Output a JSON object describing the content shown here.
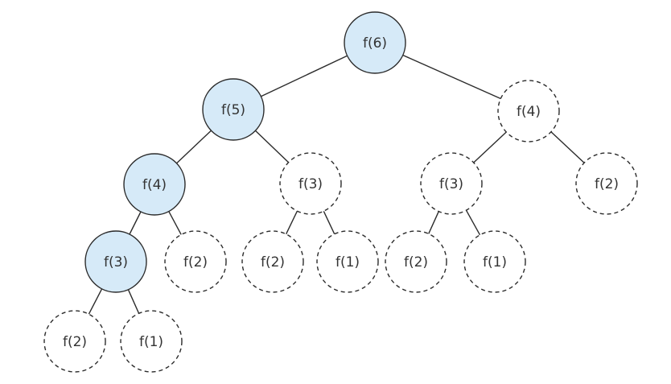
{
  "diagram": {
    "type": "recursion-tree",
    "colors": {
      "computed_fill": "#d6eaf8",
      "memoized_fill": "#ffffff",
      "stroke": "#2b2b2b",
      "text": "#333333"
    },
    "nodes": [
      {
        "id": "n1",
        "label": "f(6)",
        "style": "computed",
        "children": [
          "n2",
          "n3"
        ]
      },
      {
        "id": "n2",
        "label": "f(5)",
        "style": "computed",
        "children": [
          "n4",
          "n5"
        ]
      },
      {
        "id": "n3",
        "label": "f(4)",
        "style": "memoized",
        "children": [
          "n6",
          "n7"
        ]
      },
      {
        "id": "n4",
        "label": "f(4)",
        "style": "computed",
        "children": [
          "n8",
          "n9"
        ]
      },
      {
        "id": "n5",
        "label": "f(3)",
        "style": "memoized",
        "children": [
          "n10",
          "n11"
        ]
      },
      {
        "id": "n6",
        "label": "f(3)",
        "style": "memoized",
        "children": [
          "n12",
          "n13"
        ]
      },
      {
        "id": "n7",
        "label": "f(2)",
        "style": "memoized",
        "children": []
      },
      {
        "id": "n8",
        "label": "f(3)",
        "style": "computed",
        "children": [
          "n14",
          "n15"
        ]
      },
      {
        "id": "n9",
        "label": "f(2)",
        "style": "memoized",
        "children": []
      },
      {
        "id": "n10",
        "label": "f(2)",
        "style": "memoized",
        "children": []
      },
      {
        "id": "n11",
        "label": "f(1)",
        "style": "memoized",
        "children": []
      },
      {
        "id": "n12",
        "label": "f(2)",
        "style": "memoized",
        "children": []
      },
      {
        "id": "n13",
        "label": "f(1)",
        "style": "memoized",
        "children": []
      },
      {
        "id": "n14",
        "label": "f(2)",
        "style": "memoized",
        "children": []
      },
      {
        "id": "n15",
        "label": "f(1)",
        "style": "memoized",
        "children": []
      }
    ]
  }
}
